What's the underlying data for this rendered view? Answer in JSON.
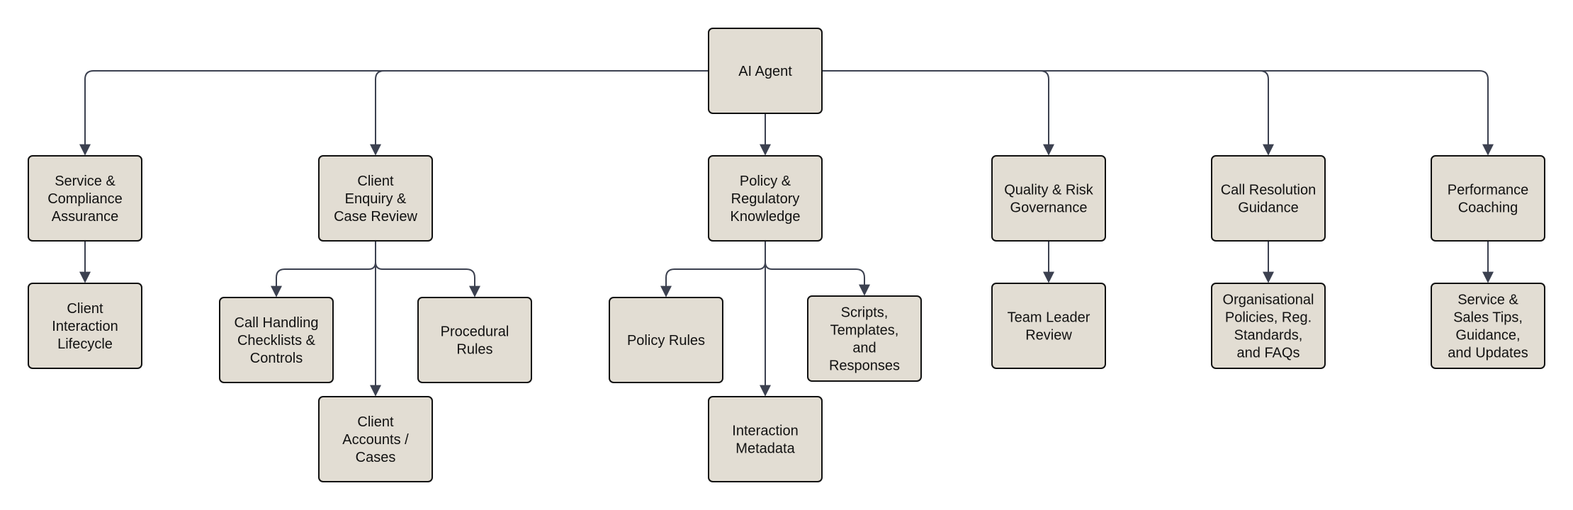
{
  "diagram": {
    "colors": {
      "node_fill": "#e2ddd3",
      "node_border": "#111111",
      "connector": "#3c4150",
      "background": "#ffffff"
    },
    "nodes": [
      {
        "id": "ai-agent",
        "lines": [
          "AI Agent"
        ]
      },
      {
        "id": "service-compliance",
        "lines": [
          "Service &",
          "Compliance",
          "Assurance"
        ]
      },
      {
        "id": "client-enquiry",
        "lines": [
          "Client",
          "Enquiry &",
          "Case Review"
        ]
      },
      {
        "id": "policy-regulatory",
        "lines": [
          "Policy &",
          "Regulatory",
          "Knowledge"
        ]
      },
      {
        "id": "quality-risk",
        "lines": [
          "Quality & Risk",
          "Governance"
        ]
      },
      {
        "id": "call-resolution",
        "lines": [
          "Call Resolution",
          "Guidance"
        ]
      },
      {
        "id": "performance-coaching",
        "lines": [
          "Performance",
          "Coaching"
        ]
      },
      {
        "id": "client-interaction",
        "lines": [
          "Client",
          "Interaction",
          "Lifecycle"
        ]
      },
      {
        "id": "call-handling",
        "lines": [
          "Call Handling",
          "Checklists &",
          "Controls"
        ]
      },
      {
        "id": "procedural-rules",
        "lines": [
          "Procedural",
          "Rules"
        ]
      },
      {
        "id": "client-accounts",
        "lines": [
          "Client",
          "Accounts /",
          "Cases"
        ]
      },
      {
        "id": "policy-rules",
        "lines": [
          "Policy Rules"
        ]
      },
      {
        "id": "scripts-templates",
        "lines": [
          "Scripts,",
          "Templates,",
          "and",
          "Responses"
        ]
      },
      {
        "id": "interaction-metadata",
        "lines": [
          "Interaction",
          "Metadata"
        ]
      },
      {
        "id": "team-leader",
        "lines": [
          "Team Leader",
          "Review"
        ]
      },
      {
        "id": "org-policies",
        "lines": [
          "Organisational",
          "Policies, Reg.",
          "Standards,",
          "and FAQs"
        ]
      },
      {
        "id": "service-sales",
        "lines": [
          "Service &",
          "Sales Tips,",
          "Guidance,",
          "and Updates"
        ]
      }
    ],
    "edges": [
      [
        "ai-agent",
        "service-compliance"
      ],
      [
        "ai-agent",
        "client-enquiry"
      ],
      [
        "ai-agent",
        "policy-regulatory"
      ],
      [
        "ai-agent",
        "quality-risk"
      ],
      [
        "ai-agent",
        "call-resolution"
      ],
      [
        "ai-agent",
        "performance-coaching"
      ],
      [
        "service-compliance",
        "client-interaction"
      ],
      [
        "client-enquiry",
        "call-handling"
      ],
      [
        "client-enquiry",
        "procedural-rules"
      ],
      [
        "client-enquiry",
        "client-accounts"
      ],
      [
        "policy-regulatory",
        "policy-rules"
      ],
      [
        "policy-regulatory",
        "scripts-templates"
      ],
      [
        "policy-regulatory",
        "interaction-metadata"
      ],
      [
        "quality-risk",
        "team-leader"
      ],
      [
        "call-resolution",
        "org-policies"
      ],
      [
        "performance-coaching",
        "service-sales"
      ]
    ]
  }
}
